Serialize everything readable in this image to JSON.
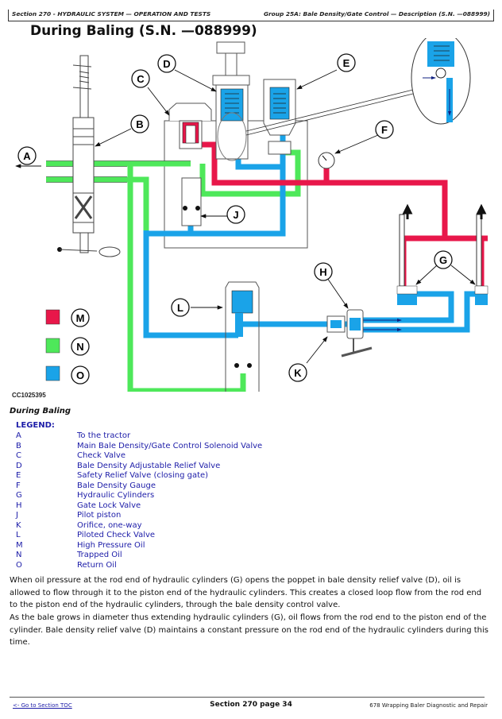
{
  "header": {
    "section": "Section 270 - HYDRAULIC SYSTEM — OPERATION AND TESTS",
    "group": "Group 25A: Bale Density/Gate Control — Description (S.N. —088999)"
  },
  "page_title": "During Baling (S.N. —088999)",
  "colors": {
    "high_pressure": "#e8174a",
    "trapped": "#4ee85a",
    "return": "#1aa3e8",
    "legend_text": "#1c1ca8"
  },
  "diagram": {
    "callouts": {
      "A": "A",
      "B": "B",
      "C": "C",
      "D": "D",
      "E": "E",
      "F": "F",
      "G": "G",
      "H": "H",
      "J": "J",
      "K": "K",
      "L": "L",
      "M": "M",
      "N": "N",
      "O": "O"
    },
    "figure_id": "CC1025395"
  },
  "caption": "During Baling",
  "legend": {
    "title": "LEGEND:",
    "items": [
      {
        "key": "A",
        "label": "To the tractor"
      },
      {
        "key": "B",
        "label": "Main Bale Density/Gate Control Solenoid Valve"
      },
      {
        "key": "C",
        "label": "Check Valve"
      },
      {
        "key": "D",
        "label": "Bale Density Adjustable Relief Valve"
      },
      {
        "key": "E",
        "label": "Safety Relief Valve (closing gate)"
      },
      {
        "key": "F",
        "label": "Bale Density Gauge"
      },
      {
        "key": "G",
        "label": "Hydraulic Cylinders"
      },
      {
        "key": "H",
        "label": "Gate Lock Valve"
      },
      {
        "key": "J",
        "label": "Pilot piston"
      },
      {
        "key": "K",
        "label": "Orifice, one-way"
      },
      {
        "key": "L",
        "label": "Piloted Check Valve"
      },
      {
        "key": "M",
        "label": "High Pressure Oil"
      },
      {
        "key": "N",
        "label": "Trapped Oil"
      },
      {
        "key": "O",
        "label": "Return Oil"
      }
    ]
  },
  "paragraphs": [
    "When oil pressure at the rod end of hydraulic cylinders (G) opens the poppet in bale density relief valve (D), oil is allowed to flow through it to the piston end of the hydraulic cylinders. This creates a closed loop flow from the rod end to the piston end of the hydraulic cylinders, through the bale density control valve.",
    "As the bale grows in diameter thus extending hydraulic cylinders (G), oil flows from the rod end to the piston end of the cylinder. Bale density relief valve (D) maintains a constant pressure on the rod end of the hydraulic cylinders during this time."
  ],
  "footer": {
    "toc_link": "<- Go to Section TOC",
    "page": "Section 270 page 34",
    "manual": "678 Wrapping Baler Diagnostic and Repair"
  }
}
